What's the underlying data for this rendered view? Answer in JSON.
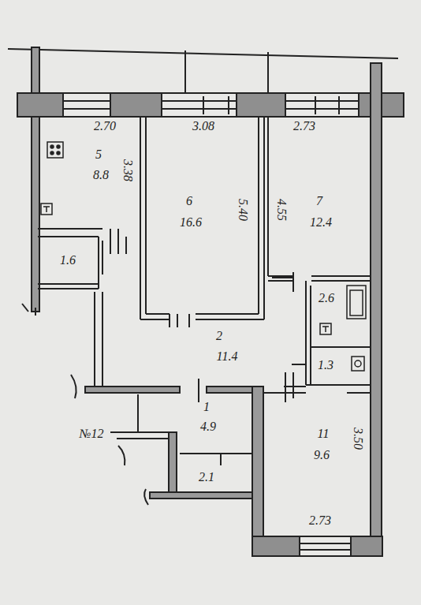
{
  "diagram": {
    "labels": [
      "2.70",
      "3.08",
      "2.73",
      "5",
      "8.8",
      "3.38",
      "6",
      "16.6",
      "5.40",
      "4.55",
      "7",
      "12.4",
      "1.6",
      "2.6",
      "2",
      "11.4",
      "1.3",
      "1",
      "4.9",
      "№12",
      "11",
      "9.6",
      "3.50",
      "2.1",
      "2.73"
    ]
  }
}
